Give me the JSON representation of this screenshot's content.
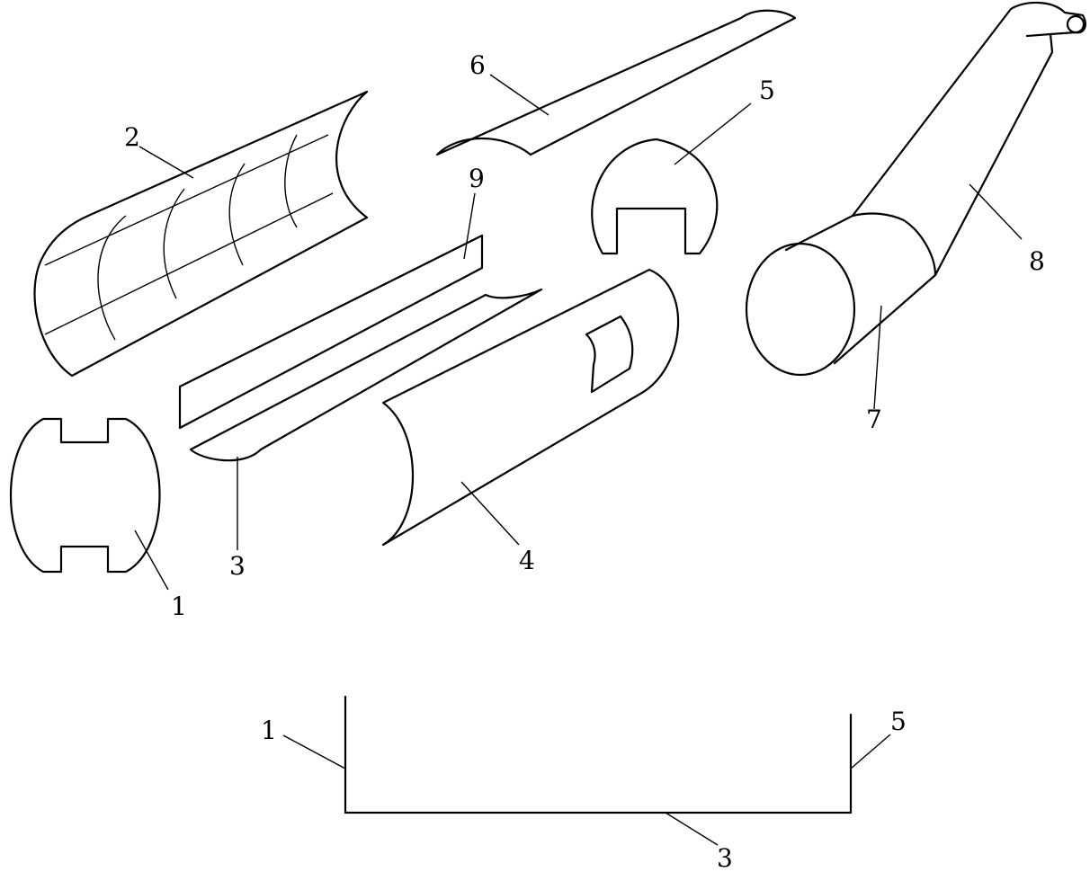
{
  "labels": {
    "part1": "1",
    "part2": "2",
    "part3": "3",
    "part4": "4",
    "part5": "5",
    "part6": "6",
    "part7": "7",
    "part8": "8",
    "part9": "9",
    "schematic_left": "1",
    "schematic_bottom": "3",
    "schematic_right": "5"
  }
}
